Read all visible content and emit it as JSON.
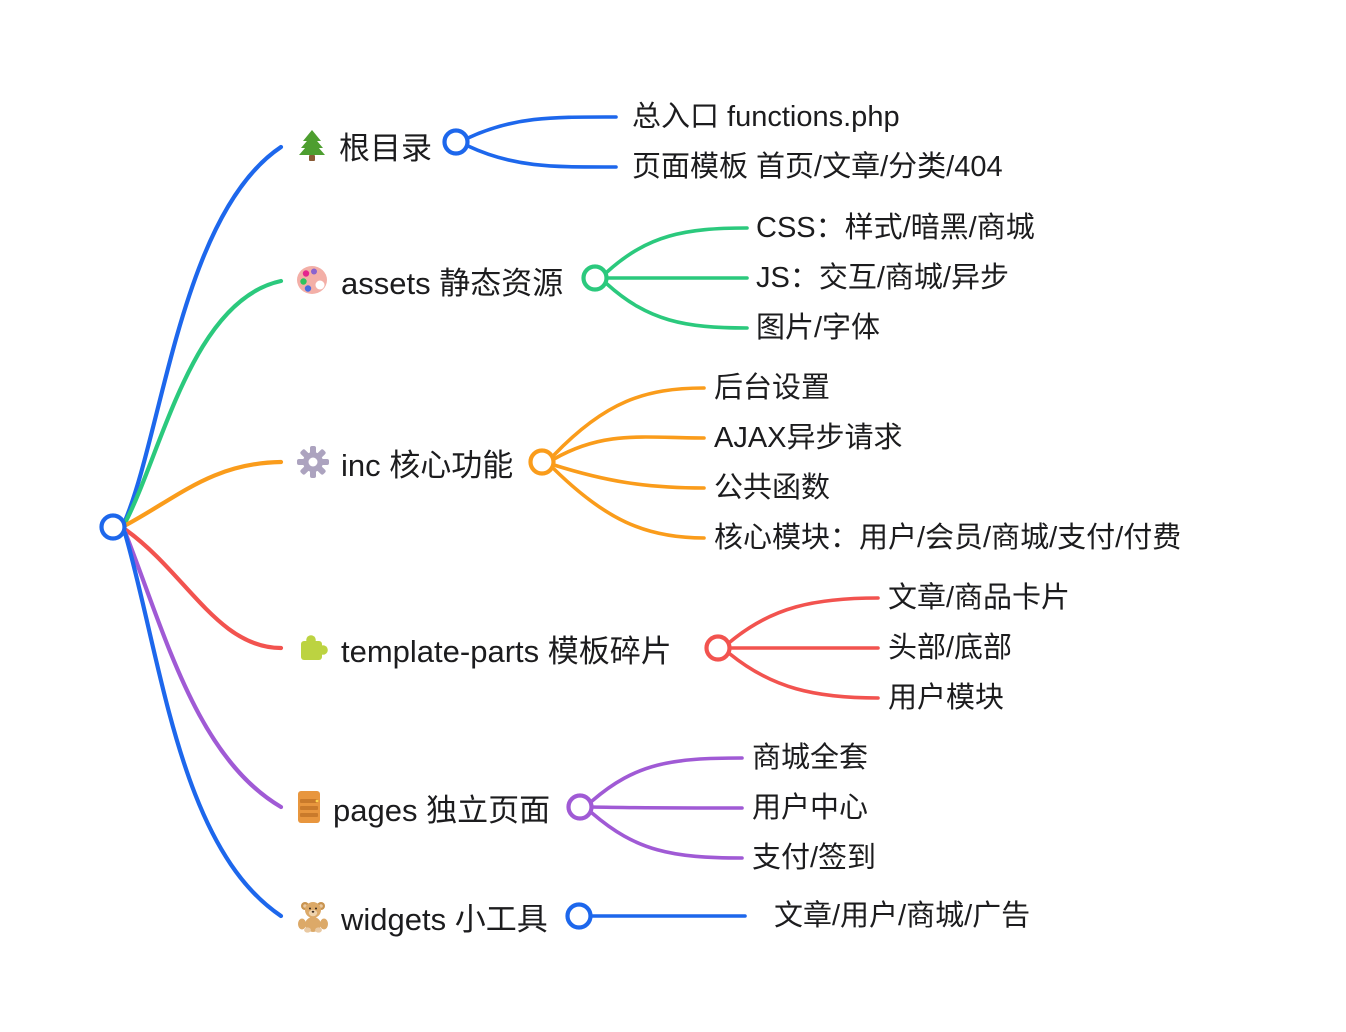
{
  "mindmap": {
    "root_color": "#1D67EC",
    "branches": [
      {
        "label": "根目录",
        "icon": "tree-icon",
        "color": "#1D67EC",
        "children": [
          "总入口 functions.php",
          "页面模板 首页/文章/分类/404"
        ]
      },
      {
        "label": "assets 静态资源",
        "icon": "palette-icon",
        "color": "#2BC97D",
        "children": [
          "CSS：样式/暗黑/商城",
          "JS：交互/商城/异步",
          "图片/字体"
        ]
      },
      {
        "label": "inc 核心功能",
        "icon": "gear-icon",
        "color": "#FA9C1B",
        "children": [
          "后台设置",
          "AJAX异步请求",
          "公共函数",
          "核心模块：用户/会员/商城/支付/付费"
        ]
      },
      {
        "label": "template-parts 模板碎片",
        "icon": "puzzle-icon",
        "color": "#F2534F",
        "children": [
          "文章/商品卡片",
          "头部/底部",
          "用户模块"
        ]
      },
      {
        "label": "pages 独立页面",
        "icon": "ledger-icon",
        "color": "#A05AD5",
        "children": [
          "商城全套",
          "用户中心",
          "支付/签到"
        ]
      },
      {
        "label": "widgets 小工具",
        "icon": "teddy-icon",
        "color": "#1D67EC",
        "children": [
          "文章/用户/商城/广告"
        ]
      }
    ]
  }
}
